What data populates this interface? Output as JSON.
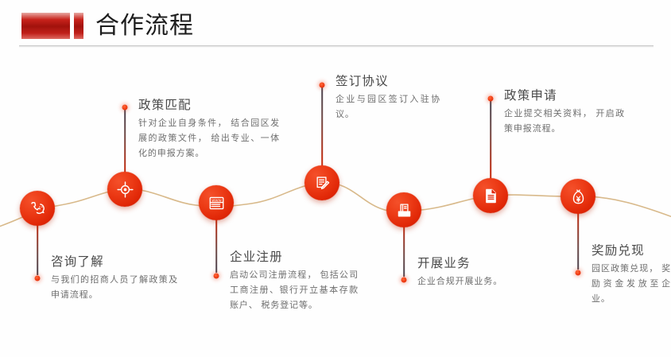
{
  "header": {
    "title": "合作流程",
    "accent_color": "#c41c02",
    "rule_color": "#c9c9c9"
  },
  "flow": {
    "line_color": "#d8b98a",
    "node_color": "#e02606",
    "steps": [
      {
        "id": "consult",
        "icon": "phone-support-icon",
        "title": "咨询了解",
        "desc": "与我们的招商人员了解政策及申请流程。"
      },
      {
        "id": "policy-match",
        "icon": "target-icon",
        "title": "政策匹配",
        "desc": "针对企业自身条件， 结合园区发展的政策文件， 给出专业、一体 化的申报方案。"
      },
      {
        "id": "company-registration",
        "icon": "browser-window-icon",
        "title": "企业注册",
        "desc": "启动公司注册流程， 包括公司工商注册、银行开立基本存款账户、 税务登记等。"
      },
      {
        "id": "sign-agreement",
        "icon": "document-pen-icon",
        "title": "签订协议",
        "desc": "企业与园区签订入驻协议。"
      },
      {
        "id": "start-business",
        "icon": "document-tray-icon",
        "title": "开展业务",
        "desc": "企业合规开展业务。"
      },
      {
        "id": "policy-application",
        "icon": "document-lines-icon",
        "title": "政策申请",
        "desc": "企业提交相关资料， 开启政策申报流程。"
      },
      {
        "id": "reward-payout",
        "icon": "money-bag-yuan-icon",
        "title": "奖励兑现",
        "desc": "园区政策兑现， 奖励资金发放至企业。"
      }
    ]
  }
}
